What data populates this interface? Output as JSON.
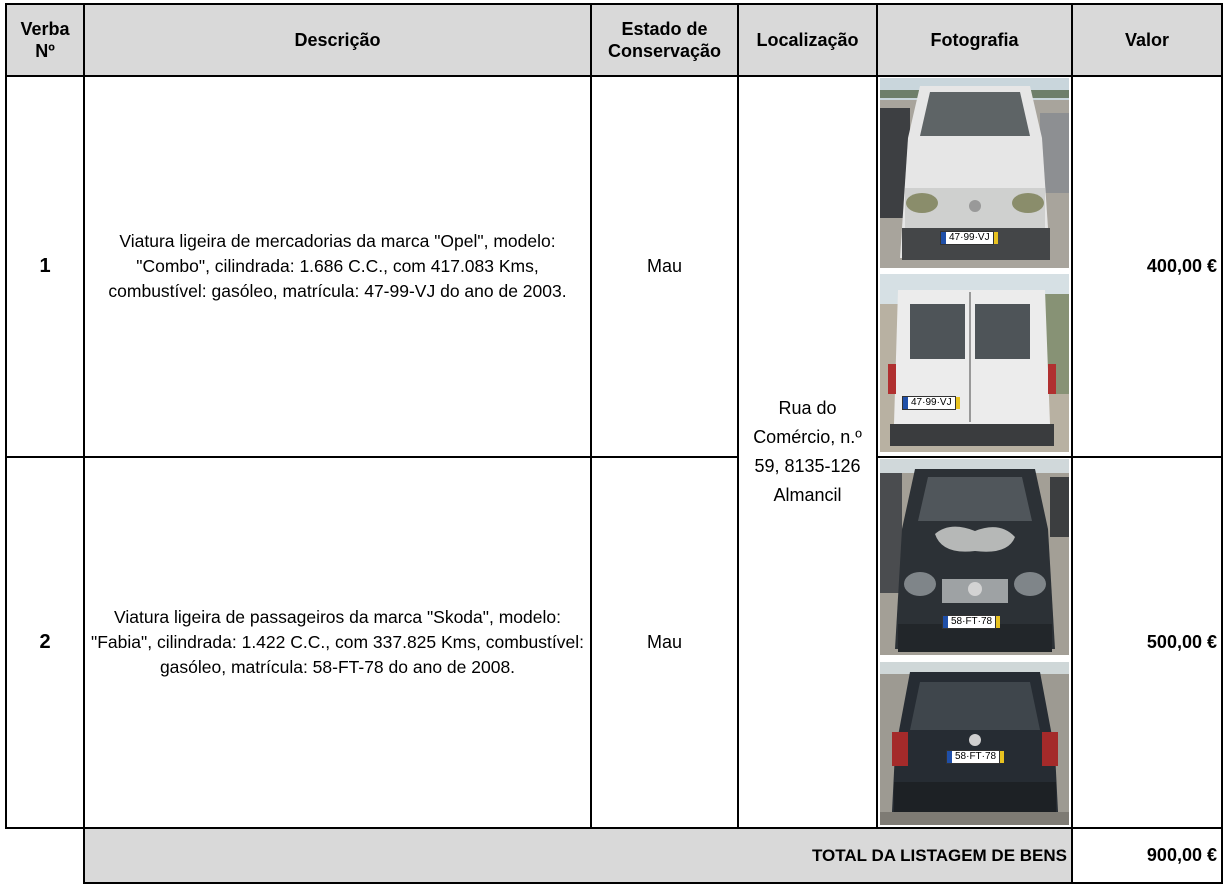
{
  "headers": {
    "verba": "Verba\nNº",
    "descricao": "Descrição",
    "estado": "Estado de Conservação",
    "localizacao": "Localização",
    "fotografia": "Fotografia",
    "valor": "Valor"
  },
  "localizacao": "Rua do Comércio, n.º 59, 8135-126 Almancil",
  "rows": [
    {
      "verba": "1",
      "descricao": "Viatura ligeira de mercadorias da marca \"Opel\", modelo: \"Combo\", cilindrada: 1.686 C.C., com 417.083 Kms, combustível: gasóleo, matrícula: 47-99-VJ do ano de 2003.",
      "estado": "Mau",
      "valor": "400,00 €",
      "plate": "47·99·VJ"
    },
    {
      "verba": "2",
      "descricao": "Viatura ligeira de passageiros da marca \"Skoda\", modelo: \"Fabia\", cilindrada: 1.422 C.C., com 337.825 Kms, combustível: gasóleo, matrícula: 58-FT-78 do ano de 2008.",
      "estado": "Mau",
      "valor": "500,00 €",
      "plate": "58·FT·78"
    }
  ],
  "total": {
    "label": "TOTAL DA LISTAGEM DE BENS",
    "valor": "900,00 €"
  },
  "colors": {
    "header_bg": "#d9d9d9",
    "border": "#000000",
    "plate_blue": "#1f4fa8",
    "plate_yellow": "#e8c220"
  }
}
